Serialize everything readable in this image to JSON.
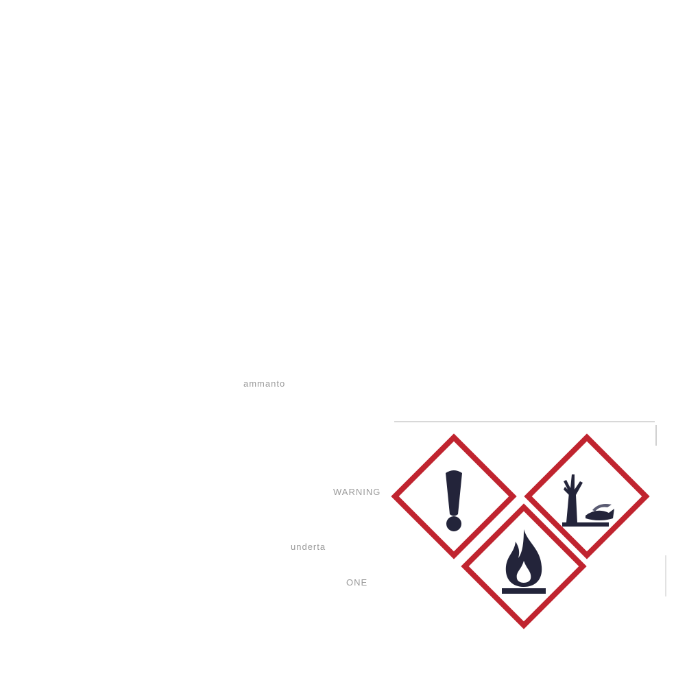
{
  "colors": {
    "diamond_border": "#c0242f",
    "symbol": "#23243a",
    "faded_text": "#9a9a9a"
  },
  "pictograms": [
    {
      "name": "exclamation-mark-icon",
      "meaning": "GHS07"
    },
    {
      "name": "environment-hazard-icon",
      "meaning": "GHS09"
    },
    {
      "name": "flame-icon",
      "meaning": "GHS02"
    }
  ],
  "label_text": {
    "fragment_1": "ammanto",
    "fragment_2": "WARNING",
    "fragment_3": "underta",
    "fragment_4": "ONE"
  }
}
